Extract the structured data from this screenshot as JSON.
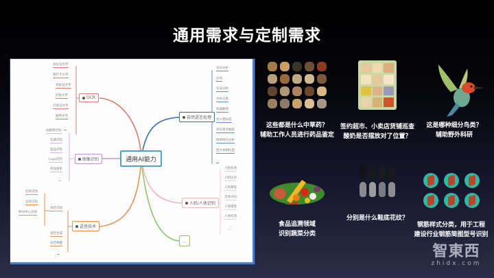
{
  "slide": {
    "title": "通用需求与定制需求"
  },
  "mindmap": {
    "center": "通用AI能力",
    "branches": [
      {
        "label": "OCR",
        "color": "#e07a6d",
        "leaves": [
          "身份证文字",
          "银行卡文字",
          "驾驶证文字",
          "护照文字",
          "行驶证文字",
          "通用文字",
          "..."
        ]
      },
      {
        "label": "自然语言处理",
        "color": "#2f6fb3",
        "leaves": [
          "词法分析",
          "分词",
          "句法分析",
          "文本分类",
          "机器翻译",
          "语义相似度",
          "评论观点抽取",
          "情感倾向分析",
          "短文本相似度",
          "..."
        ]
      },
      {
        "label": "图像识别",
        "color": "#c58ee0",
        "leaves": [
          "动植物识别",
          "车辆识别",
          "菜品识别",
          "Logo识别",
          "商品搜索",
          "..."
        ]
      },
      {
        "label": "人脸/人体识别",
        "color": "#f4b6b6",
        "leaves": [
          "人脸检测",
          "人脸比对",
          "人脸属性",
          "活体识别",
          "人体属性",
          "人体检测",
          "..."
        ]
      },
      {
        "label": "语音技术",
        "color": "#e8904a",
        "leaves": [
          "语音识别",
          "语音合成",
          "语音唤醒",
          "..."
        ],
        "sub_leaves": [
          "近场识别",
          "远场识别",
          "呼叫中心识别"
        ]
      },
      {
        "label": "...",
        "color": "#8cc56a",
        "leaves": []
      }
    ]
  },
  "cases": [
    {
      "id": "herbs",
      "icon": "herb-grid-icon",
      "line1": "这些都是什么中草药？",
      "line2": "辅助工作人员进行药品鉴定"
    },
    {
      "id": "shelf",
      "icon": "store-shelf-icon",
      "line1": "签约超市、小卖店货铺巡查",
      "line2": "酸奶是否摆放对了位置？"
    },
    {
      "id": "bird",
      "icon": "hummingbird-icon",
      "line1": "这是哪种细分鸟类？",
      "line2": "辅助野外科研"
    },
    {
      "id": "vegetables",
      "icon": "vegetables-icon",
      "line1": "食品追溯领域",
      "line2": "识别蔬菜分类"
    },
    {
      "id": "shoe",
      "icon": "shoe-sole-icon",
      "line1": "分别是什么鞋底花纹？",
      "line2": ""
    },
    {
      "id": "rebar",
      "icon": "rebar-icon",
      "line1": "钢筋样式分类，用于工程",
      "line2": "建设行业钢筋简图型号识别"
    }
  ],
  "watermark": {
    "logo": "智東西",
    "url": "zhidx.com"
  }
}
